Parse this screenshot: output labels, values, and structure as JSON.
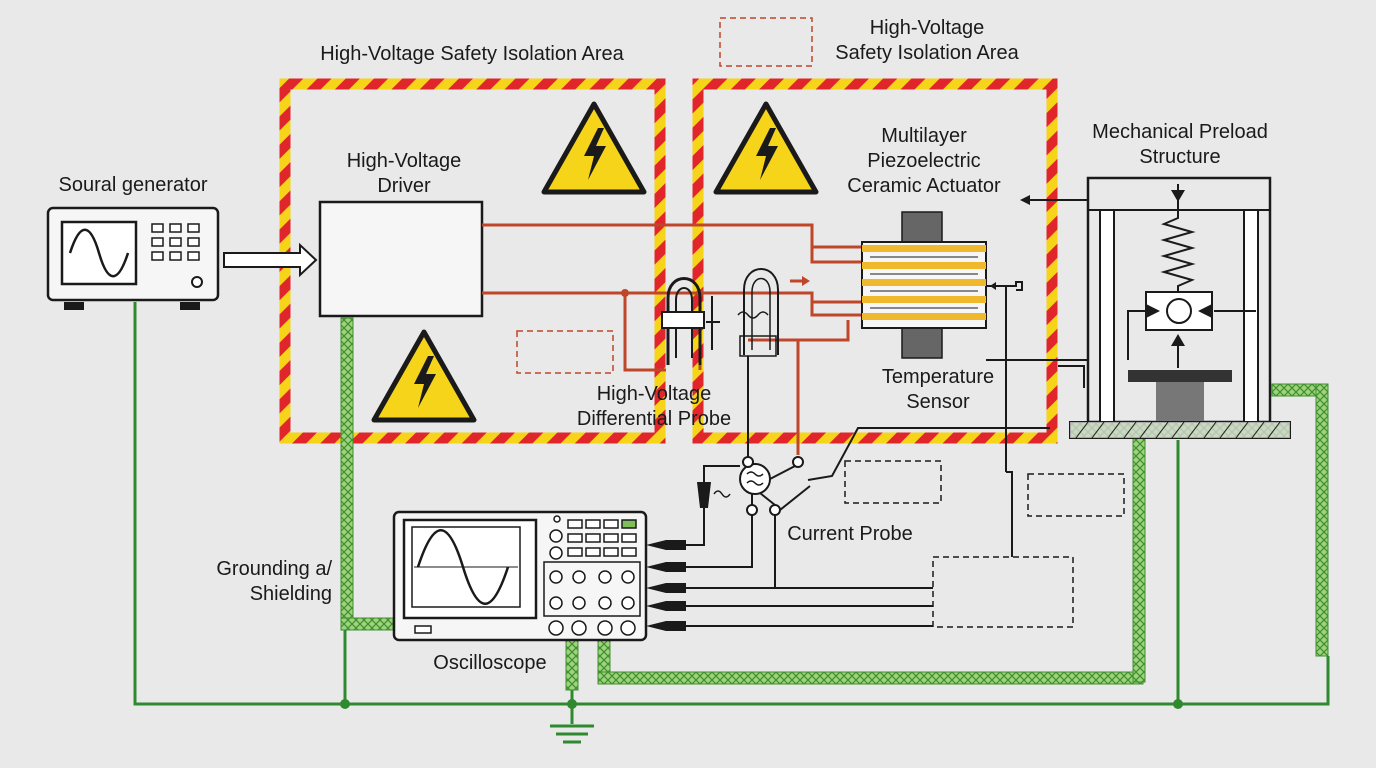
{
  "labels": {
    "signal_generator": "Soural generator",
    "hv_driver_1": "High-Voltage",
    "hv_driver_2": "Driver",
    "isolation_area_1": "High-Voltage Safety Isolation Area",
    "isolation_area_2a": "High-Voltage",
    "isolation_area_2b": "Safety Isolation Area",
    "actuator_1": "Multilayer",
    "actuator_2": "Piezoelectric",
    "actuator_3": "Ceramic Actuator",
    "preload_1": "Mechanical Preload",
    "preload_2": "Structure",
    "temp_sensor_1": "Temperature",
    "temp_sensor_2": "Sensor",
    "diff_probe_1": "High-Voltage",
    "diff_probe_2": "Differential Probe",
    "current_probe": "Current Probe",
    "grounding_1": "Grounding a/",
    "grounding_2": "Shielding",
    "oscilloscope": "Oscilloscope"
  },
  "icons": {
    "warning": "high-voltage-warning-icon",
    "ground": "ground-symbol-icon",
    "sine": "sine-wave-icon"
  },
  "colors": {
    "background": "#e9e9e9",
    "hazard_red": "#e0262b",
    "hazard_yellow": "#f5d419",
    "hv_wire": "#c0462a",
    "ground_wire": "#2f8a2f",
    "shield": "#7fbf5a",
    "actuator_layer": "#f0b82c"
  }
}
